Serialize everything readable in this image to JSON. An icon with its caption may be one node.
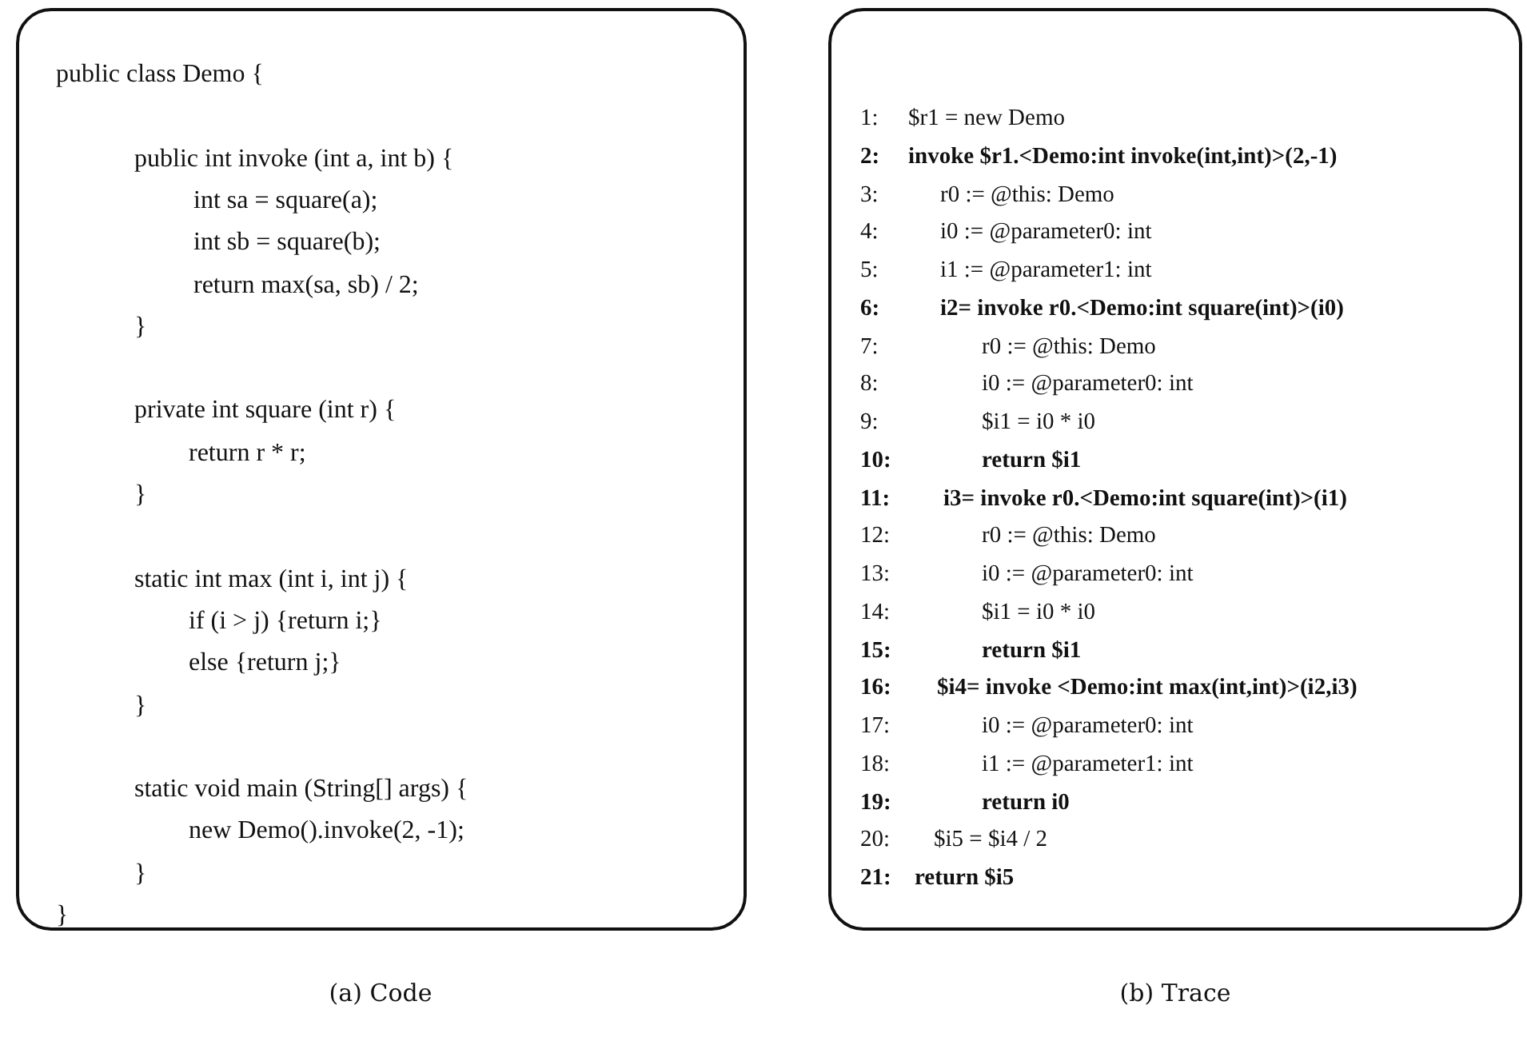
{
  "diagram": {
    "nodes": [
      {
        "text": [
          "public class Demo {",
          "public int invoke (int a, int b) {",
          "int sa = square(a);",
          "int sb = square(b);",
          "return max(sa, sb) / 2;",
          "}",
          "private int square (int r) {",
          "return r * r;",
          "}",
          "static int max (int i, int j) {",
          "if (i > j) {return i;}",
          "else {return j;}",
          "}",
          "static void main (String[] args) {",
          "new Demo().invoke(2, -1);",
          "}",
          "}"
        ],
        "beside": [
          "(a) Code"
        ]
      },
      {
        "text": [
          "1:",
          "$r1 = new Demo",
          "2:",
          "invoke $r1.<Demo:int invoke(int,int)>(2,-1)",
          "3:",
          "r0 := @this: Demo",
          "4:",
          "i0 := @parameter0: int",
          "5:",
          "i1 := @parameter1: int",
          "6:",
          "i2= invoke r0.<Demo:int square(int)>(i0)",
          "7:",
          "r0 := @this: Demo",
          "8:",
          "i0 := @parameter0: int",
          "9:",
          "$i1 = i0 * i0",
          "10:",
          "return $i1",
          "11:",
          "i3= invoke r0.<Demo:int square(int)>(i1)",
          "12:",
          "r0 := @this: Demo",
          "13:",
          "i0 := @parameter0: int",
          "14:",
          "$i1 = i0 * i0",
          "15:",
          "return $i1",
          "16:",
          "$i4= invoke <Demo:int max(int,int)>(i2,i3)",
          "17:",
          "i0 := @parameter0: int",
          "18:",
          "i1 := @parameter1: int",
          "19:",
          "return i0",
          "20:",
          "$i5 = $i4 / 2",
          "21:",
          "return $i5"
        ],
        "beside": [
          "(b) Trace"
        ]
      }
    ]
  }
}
